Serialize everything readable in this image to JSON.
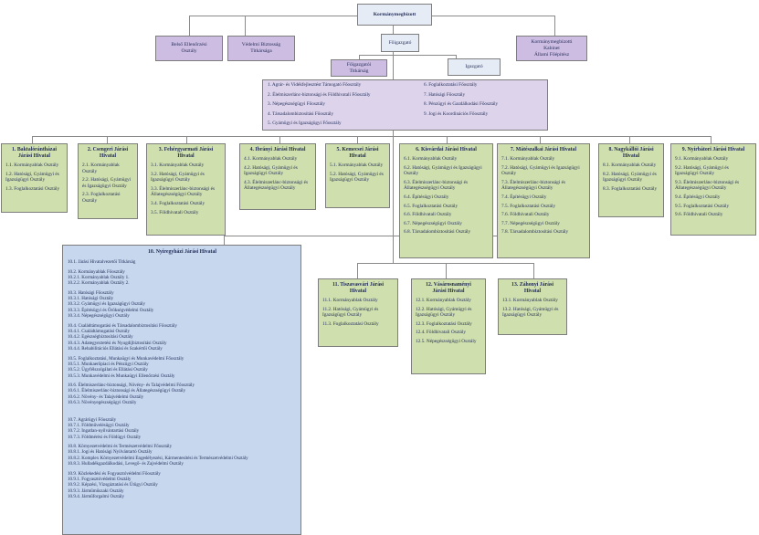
{
  "top": "Kormánymegbízott",
  "row2": {
    "left1": [
      "Belső Ellenőrzési",
      "Osztály"
    ],
    "left2": [
      "Védelmi Biztosság",
      "Titkársága"
    ],
    "center": "Főigazgató",
    "right": [
      "Kormánymegbízotti",
      "Kabinet",
      "Állami Főépítész"
    ]
  },
  "row3": {
    "titkarsag": [
      "Főigazgatói",
      "Titkárság"
    ],
    "igazgato": "Igazgató"
  },
  "depts": {
    "left": [
      "1. Agrár- és Vidékfejlesztést Támogató Főosztály",
      "2. Élelmiszerlánc-biztonsági és Földhivatali Főosztály",
      "3. Népegészségügyi Főosztály",
      "4. Társadalombiztosítási Főosztály",
      "5. Gyámügyi és Igazságügyi Főosztály"
    ],
    "right": [
      "6. Foglalkoztatási Főosztály",
      "7. Hatósági Főosztály",
      "8. Pénzügyi és Gazdálkodási Főosztály",
      "9. Jogi és Koordinációs Főosztály"
    ]
  },
  "offices": [
    {
      "title": [
        "1. Baktalórántházai",
        "Járási Hivatal"
      ],
      "items": [
        "1.1. Kormányablak Osztály",
        "1.2. Hatósági, Gyámügyi és Igazságügyi Osztály",
        "1.3. Foglalkoztatási Osztály"
      ]
    },
    {
      "title": [
        "2. Csengeri Járási",
        "Hivatal"
      ],
      "items": [
        "2.1. Kormányablak Osztály",
        "2.2. Hatósági, Gyámügyi és Igazságügyi Osztály",
        "2.3. Foglalkoztatási Osztály"
      ]
    },
    {
      "title": [
        "3. Fehérgyarmati Járási",
        "Hivatal"
      ],
      "items": [
        "3.1. Kormányablak Osztály",
        "3.2. Hatósági, Gyámügyi és Igazságügyi Osztály",
        "3.3. Élelmiszerlánc-biztonsági és Állategészségügyi Osztály",
        "3.4. Foglalkoztatási Osztály",
        "3.5. Földhivatali Osztály"
      ]
    },
    {
      "title": [
        "4. Ibrányi Járási Hivatal"
      ],
      "items": [
        "4.1. Kormányablak Osztály",
        "4.2. Hatósági, Gyámügyi és Igazságügyi Osztály",
        "4.3. Élelmiszerlánc-biztonsági és Állategészségügyi Osztály"
      ]
    },
    {
      "title": [
        "5. Kemecsei Járási",
        "Hivatal"
      ],
      "items": [
        "5.1. Kormányablak Osztály",
        "5.2. Hatósági, Gyámügyi és Igazságügyi Osztály"
      ]
    },
    {
      "title": [
        "6. Kisvárdai Járási Hivatal"
      ],
      "items": [
        "6.1. Kormányablak Osztály",
        "6.2. Hatósági, Gyámügyi és Igazságügyi Osztály",
        "6.3. Élelmiszerlánc-biztonsági és Állategészségügyi Osztály",
        "6.4. Építésügyi Osztály",
        "6.5. Foglalkoztatási Osztály",
        "6.6. Földhivatali Osztály",
        "6.7. Népegészségügyi Osztály",
        "6.8. Társadalombiztosítási Osztály"
      ]
    },
    {
      "title": [
        "7. Mátészalkai Járási Hivatal"
      ],
      "items": [
        "7.1. Kormányablak Osztály",
        "7.2. Hatósági, Gyámügyi és Igazságügyi Osztály",
        "7.3. Élelmiszerlánc-biztonsági és Állategészségügyi Osztály",
        "7.4. Építésügyi Osztály",
        "7.5. Foglalkoztatási Osztály",
        "7.6. Földhivatali Osztály",
        "7.7. Népegészségügyi Osztály",
        "7.8. Társadalombiztosítási Osztály"
      ]
    },
    {
      "title": [
        "8. Nagykállói Járási",
        "Hivatal"
      ],
      "items": [
        "8.1. Kormányablak Osztály",
        "8.2. Hatósági, Gyámügyi és Igazságügyi Osztály",
        "8.3. Foglalkoztatási Osztály"
      ]
    },
    {
      "title": [
        "9. Nyírbátori Járási Hivatal"
      ],
      "items": [
        "9.1. Kormányablak Osztály",
        "9.2. Hatósági, Gyámügyi és Igazságügyi Osztály",
        "9.3. Élelmiszerlánc-biztonsági és Állategészségügyi Osztály",
        "9.4. Építésügyi Osztály",
        "9.5. Foglalkoztatási Osztály",
        "9.6. Földhivatali Osztály"
      ]
    }
  ],
  "lower": [
    {
      "title": [
        "11. Tiszavasvári Járási",
        "Hivatal"
      ],
      "items": [
        "11.1. Kormányablak Osztály",
        "11.2. Hatósági, Gyámügyi és Igazságügyi Osztály",
        "11.3. Foglalkoztatási Osztály"
      ]
    },
    {
      "title": [
        "12. Vásárosnaményi",
        "Járási Hivatal"
      ],
      "items": [
        "12.1. Kormányablak Osztály",
        "12.2. Hatósági, Gyámügyi és Igazságügyi Osztály",
        "12.3. Foglalkoztatási Osztály",
        "12.4. Földhivatali Osztály",
        "12.5. Népegészségügyi Osztály"
      ]
    },
    {
      "title": [
        "13. Záhonyi Járási",
        "Hivatal"
      ],
      "items": [
        "13.1. Kormányablak Osztály",
        "13.2. Hatósági, Gyámügyi és Igazságügyi Osztály"
      ]
    }
  ],
  "nyiregyhaza": {
    "title": "10. Nyíregyházi Járási Hivatal",
    "groups": [
      [
        "10.1. Járási Hivatalvezetői Titkárság"
      ],
      [
        "10.2. Kormányablak Főosztály",
        "10.2.1. Kormányablak Osztály 1.",
        "10.2.2. Kormányablak Osztály 2."
      ],
      [
        "10.3. Hatósági Főosztály",
        "10.3.1. Hatósági Osztály",
        "10.3.2. Gyámügyi és Igazságügyi Osztály",
        "10.3.3. Építésügyi és Örökségvédelmi Osztály",
        "10.3.4. Népegészségügyi Osztály"
      ],
      [
        "10.4. Családtámogatási és Társadalombiztosítási Főosztály",
        "10.4.1. Családtámogatási Osztály",
        "10.4.2. Egészségbiztosítási Osztály",
        "10.4.3. Adategyeztetési és Nyugdíjbiztosítási Osztály",
        "10.4.4. Rehabilitációs Ellátási és Szakértői Osztály"
      ],
      [
        "10.5. Foglalkoztatási, Munkaügyi és Munkavédelmi Főosztály",
        "10.5.1. Munkaerőpiaci és Pénzügyi Osztály",
        "10.5.2. Ügyfélszolgálati és Ellátási Osztály",
        "10.5.3. Munkavédelmi és Munkaügyi Ellenőrzési Osztály"
      ],
      [
        "10.6. Élelmiszerlánc-biztonsági, Növény- és Talajvédelmi Főosztály",
        "10.6.1. Élelmiszerlánc-biztonsági és Állategészségügyi Osztály",
        "10.6.2. Növény- és Talajvédelmi Osztály",
        "10.6.3. Növényegészségügyi Osztály"
      ],
      [
        "10.7. Agrárügyi Főosztály",
        "10.7.1. Földművelésügyi Osztály",
        "10.7.2. Ingatlan-nyilvántartási Osztály",
        "10.7.3. Földmérési és Földügyi Osztály"
      ],
      [
        "10.8. Környezetvédelmi és Természetvédelmi Főosztály",
        "10.8.1. Jogi és Hatósági Nyilvántartó Osztály",
        "10.8.2. Komplex Környezetvédelmi Engedélyezési, Kármentesítési és Természetvédelmi Osztály",
        "10.8.3. Hulladékgazdálkodási, Levegő- és Zajvédelmi Osztály"
      ],
      [
        "10.9. Közlekedési és Fogyasztóvédelmi Főosztály",
        "10.9.1. Fogyasztóvédelmi Osztály",
        "10.9.2. Képzési, Vizsgáztatási és Útügyi Osztály",
        "10.9.3. Járműműszaki Osztály",
        "10.9.4. Járműforgalmi Osztály"
      ]
    ]
  }
}
